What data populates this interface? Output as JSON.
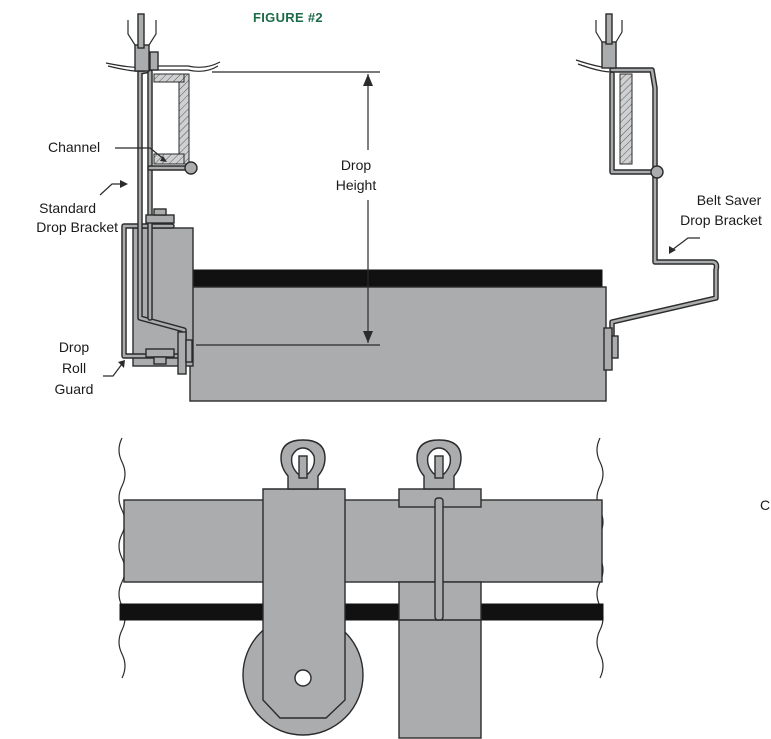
{
  "figure": {
    "title": "FIGURE #2",
    "labels": {
      "channel": "Channel",
      "standard_bracket_line1": "Standard",
      "standard_bracket_line2": "Drop Bracket",
      "drop_height_line1": "Drop",
      "drop_height_line2": "Height",
      "belt_saver_line1": "Belt Saver",
      "belt_saver_line2": "Drop Bracket",
      "guard_line1": "Drop",
      "guard_line2": "Roll",
      "guard_line3": "Guard",
      "cut_letter": "C"
    }
  },
  "colors": {
    "part_fill": "#aaacae",
    "outline": "#2b2b2b",
    "belt": "#111111",
    "title": "#1e6b48"
  }
}
